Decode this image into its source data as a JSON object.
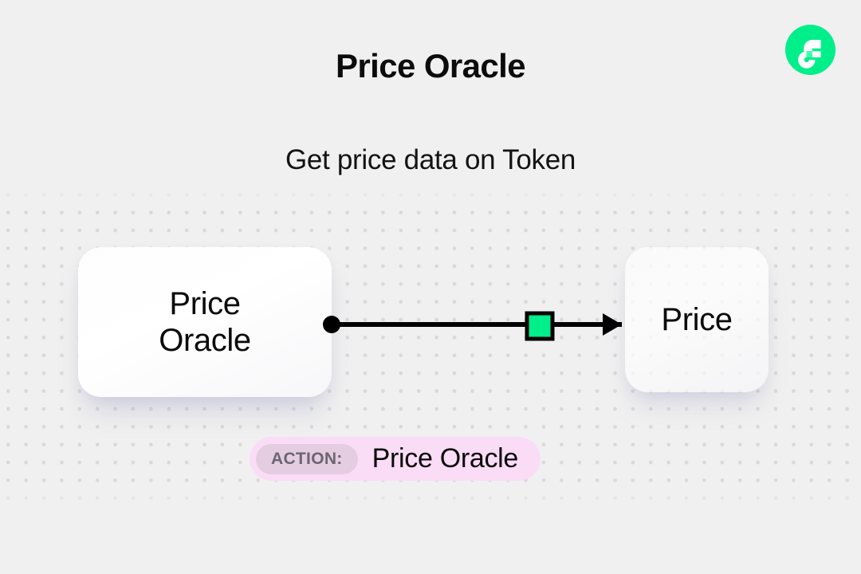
{
  "header": {
    "title": "Price Oracle",
    "subtitle": "Get price data on Token"
  },
  "brand": {
    "logo_icon": "flow-logo-icon",
    "logo_color": "#00ef8b",
    "logo_mark_color": "#ffffff"
  },
  "diagram": {
    "source_node": {
      "line1": "Price",
      "line2": "Oracle"
    },
    "target_node": {
      "label": "Price"
    },
    "connector": {
      "start_dot_icon": "connector-start-dot-icon",
      "midpoint_icon": "connector-green-square-icon",
      "arrow_icon": "connector-arrowhead-icon",
      "line_color": "#000000",
      "accent_color": "#00ef8b"
    }
  },
  "action": {
    "key_label": "ACTION:",
    "value_label": "Price Oracle",
    "badge_color": "#fbdcf6",
    "key_pill_color": "#e4cde1"
  },
  "canvas": {
    "background_color": "#f0f0f0",
    "dot_color": "#d9d9dd"
  }
}
